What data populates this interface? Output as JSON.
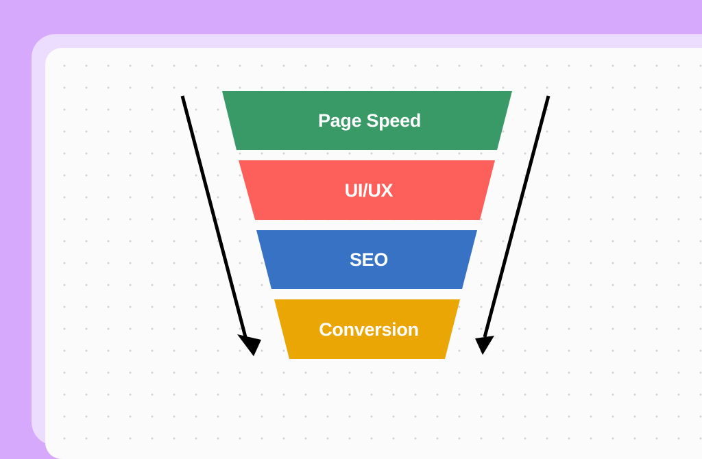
{
  "funnel": {
    "stages": [
      {
        "label": "Page Speed",
        "color": "#3a9a67"
      },
      {
        "label": "UI/UX",
        "color": "#fd605b"
      },
      {
        "label": "SEO",
        "color": "#3872c4"
      },
      {
        "label": "Conversion",
        "color": "#eaa605"
      }
    ]
  },
  "arrows": {
    "color": "#000000",
    "direction": "down"
  },
  "colors": {
    "page_background": "#d7a9fd",
    "frame": "#ecdcfe",
    "card": "#fbfbfb"
  }
}
